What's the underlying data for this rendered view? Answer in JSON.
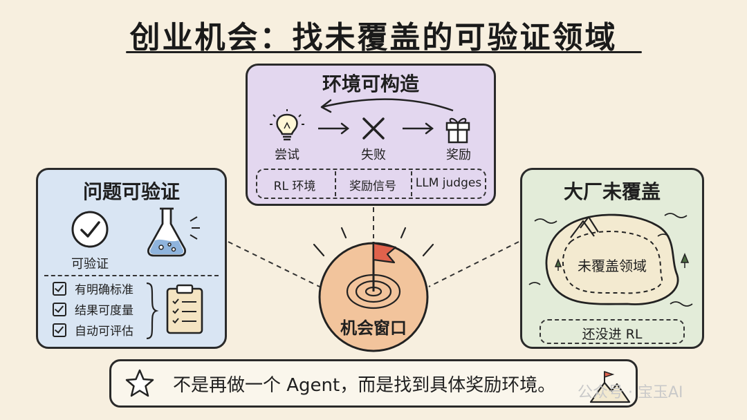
{
  "title": "创业机会：找未覆盖的可验证领域",
  "top_panel": {
    "title": "环境可构造",
    "steps": [
      "尝试",
      "失败",
      "奖励"
    ],
    "tags": [
      "RL 环境",
      "奖励信号",
      "LLM judges"
    ]
  },
  "left_panel": {
    "title": "问题可验证",
    "check_label": "可验证",
    "criteria": [
      "有明确标准",
      "结果可度量",
      "自动可评估"
    ]
  },
  "right_panel": {
    "title": "大厂未覆盖",
    "island_label": "未覆盖领域",
    "tag": "还没进 RL"
  },
  "center": {
    "label": "机会窗口"
  },
  "bottom": {
    "text": "不是再做一个 Agent，而是找到具体奖励环境。"
  },
  "watermark": {
    "text": "公众号 · 宝玉AI"
  },
  "colors": {
    "background": "#f7efdf",
    "top_panel": "#e3d7ef",
    "left_panel": "#d9e5f3",
    "right_panel": "#e3ecd9",
    "center_circle": "#f2c49c",
    "flag": "#e0624c",
    "bottom_panel": "#faf6ec"
  },
  "icons": [
    "lightbulb-icon",
    "cross-icon",
    "gift-icon",
    "checkmark-circle-icon",
    "flask-icon",
    "clipboard-icon",
    "island-map-icon",
    "target-flag-icon",
    "star-icon",
    "mountain-flag-icon"
  ]
}
